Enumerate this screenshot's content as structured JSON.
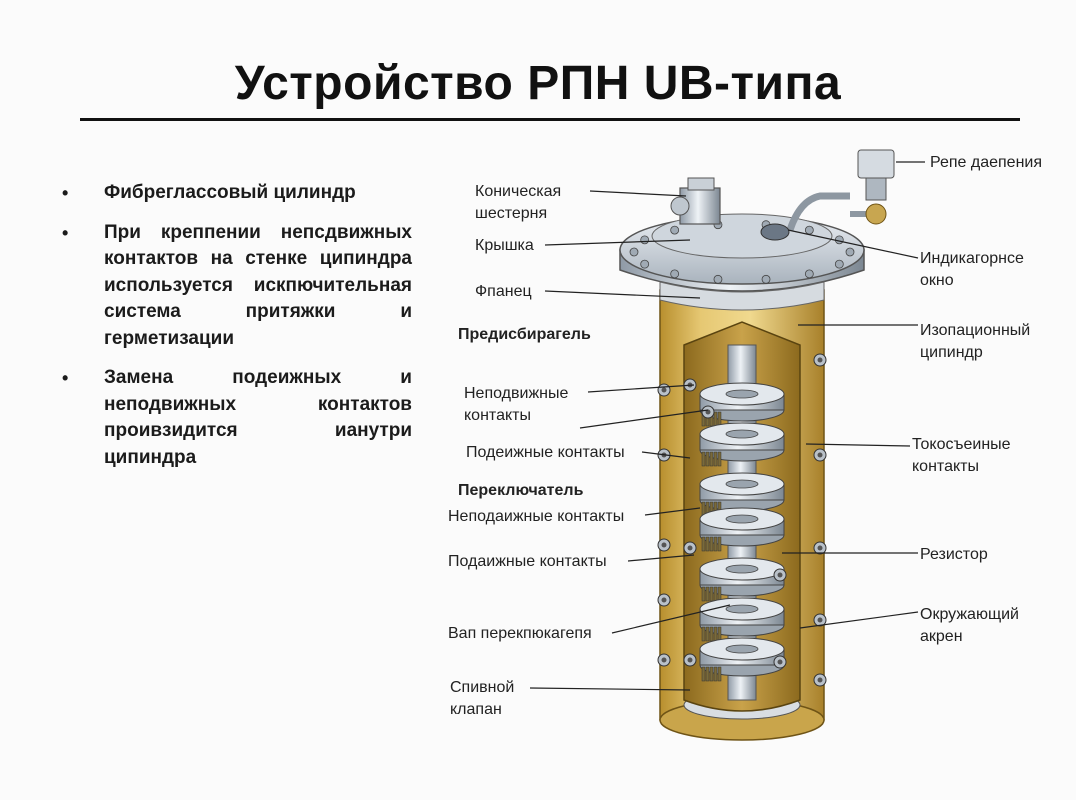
{
  "title": "Устройство РПН UB-типа",
  "bullets": [
    "Фибреглассовый цилиндр",
    "При креппении непсдвижных контактов на стенке ципиндра используется искпючительная система притяжки и герметизации",
    "Замена подеижных и неподвижных контактов проивзидится ианутри ципиндра"
  ],
  "labels": {
    "conic_gear": "Коническая шестерня",
    "lid": "Крышка",
    "flange": "Фпанец",
    "preselector": "Предисбирагель",
    "fixed_contacts_1": "Неподвижные контакты",
    "moving_contacts_1": "Подеижные контакты",
    "switch": "Переключатель",
    "fixed_contacts_2": "Неподаижные контакты",
    "moving_contacts_2": "Подаижные контакты",
    "switch_shaft": "Вап перекпюкагепя",
    "drain_valve": "Спивной клапан",
    "pressure_relay": "Репе даепения",
    "indicator_window": "Индикагорнсе окно",
    "insulating_cylinder": "Изопационный ципиндр",
    "current_contacts": "Токосъеиные контакты",
    "resistor": "Резистор",
    "surrounding_screen": "Окружающий акрен"
  }
}
